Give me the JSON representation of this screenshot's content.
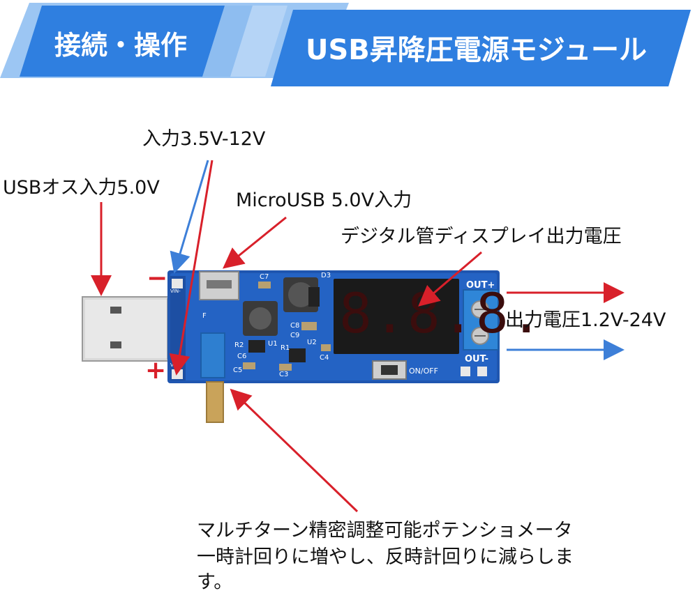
{
  "header": {
    "left_title": "接続・操作",
    "right_title": "USB昇降圧電源モジュール"
  },
  "labels": {
    "input_range": "入力3.5V-12V",
    "usb_male_input": "USBオス入力5.0V",
    "micro_usb_input": "MicroUSB 5.0V入力",
    "display": "デジタル管ディスプレイ出力電圧",
    "output_voltage": "出力電圧1.2V-24V",
    "potentiometer_line1": "マルチターン精密調整可能ポテンショメータ",
    "potentiometer_line2": "一時計回りに増やし、反時計回りに減らしま",
    "potentiometer_line3": "す。",
    "minus_sign": "−",
    "plus_sign": "+"
  },
  "board": {
    "display_digits": "8.8.8.",
    "out_plus": "OUT+",
    "out_minus": "OUT-",
    "button_label": "ON/OFF",
    "vin_minus": "VIN-",
    "vin_plus": "VIN+",
    "silkscreen": [
      "D3",
      "C7",
      "C8",
      "C9",
      "U2",
      "U1",
      "R2",
      "C6",
      "C5",
      "C3",
      "R1",
      "C4",
      "F"
    ]
  },
  "colors": {
    "banner_blue": "#2f7fe0",
    "banner_light": "#7fb5f0",
    "pcb_blue": "#1f56b0",
    "arrow_red": "#d8202a",
    "arrow_blue": "#3d7fd8",
    "segment_red": "#e0262a"
  }
}
